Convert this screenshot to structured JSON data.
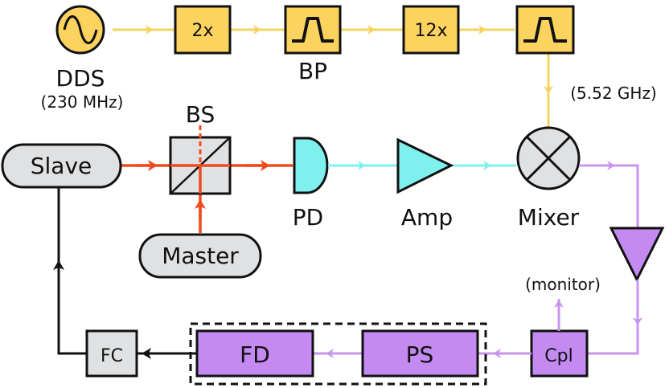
{
  "labels": {
    "dds": "DDS",
    "dds_freq": "(230 MHz)",
    "mult1": "2x",
    "bp": "BP",
    "mult2": "12x",
    "lo_freq": "(5.52 GHz)",
    "bs": "BS",
    "slave": "Slave",
    "master": "Master",
    "pd": "PD",
    "amp": "Amp",
    "mixer": "Mixer",
    "monitor": "(monitor)",
    "cpl": "Cpl",
    "ps": "PS",
    "fd": "FD",
    "fc": "FC"
  },
  "colors": {
    "yellow_fill": "#fcd35f",
    "yellow_line": "#f7d35d",
    "laser": "#f04a1e",
    "cyan": "#7ef1ee",
    "purple": "#c48af2",
    "purple_line": "#c894ee",
    "gray": "#dfe1e3",
    "black": "#111111"
  }
}
